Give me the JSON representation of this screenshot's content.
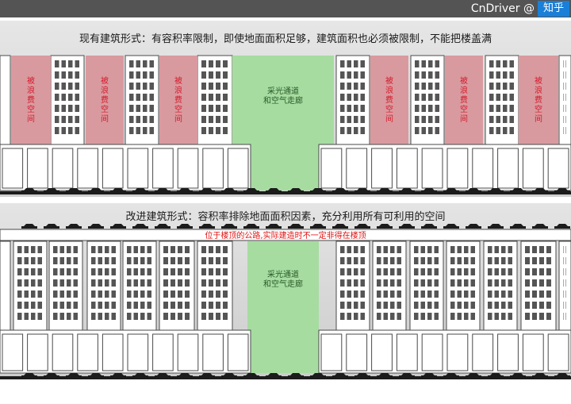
{
  "header": {
    "brand": "CnDriver @",
    "logo": "知乎"
  },
  "section1": {
    "title": "现有建筑形式：有容积率限制，即使地面面积足够，建筑面积也必须被限制，不能把楼盖满",
    "wasted_label": [
      "被",
      "浪",
      "费",
      "空",
      "间"
    ],
    "corridor_label": [
      "采光通道",
      "和空气走廊"
    ]
  },
  "section2": {
    "title": "改进建筑形式：容积率排除地面面积因素，充分利用所有可利用的空间",
    "rooftop_road_note": "位于楼顶的公路,实际建造时不一定非得在楼顶",
    "corridor_label": [
      "采光通道",
      "和空气走廊"
    ]
  },
  "colors": {
    "wasted_fill": "#d99a9f",
    "wasted_text": "#d21c2c",
    "corridor_fill": "#a6dca0",
    "corridor_text": "#2a5a2a",
    "note_text": "#e01010",
    "road": "#1c1c1c"
  }
}
